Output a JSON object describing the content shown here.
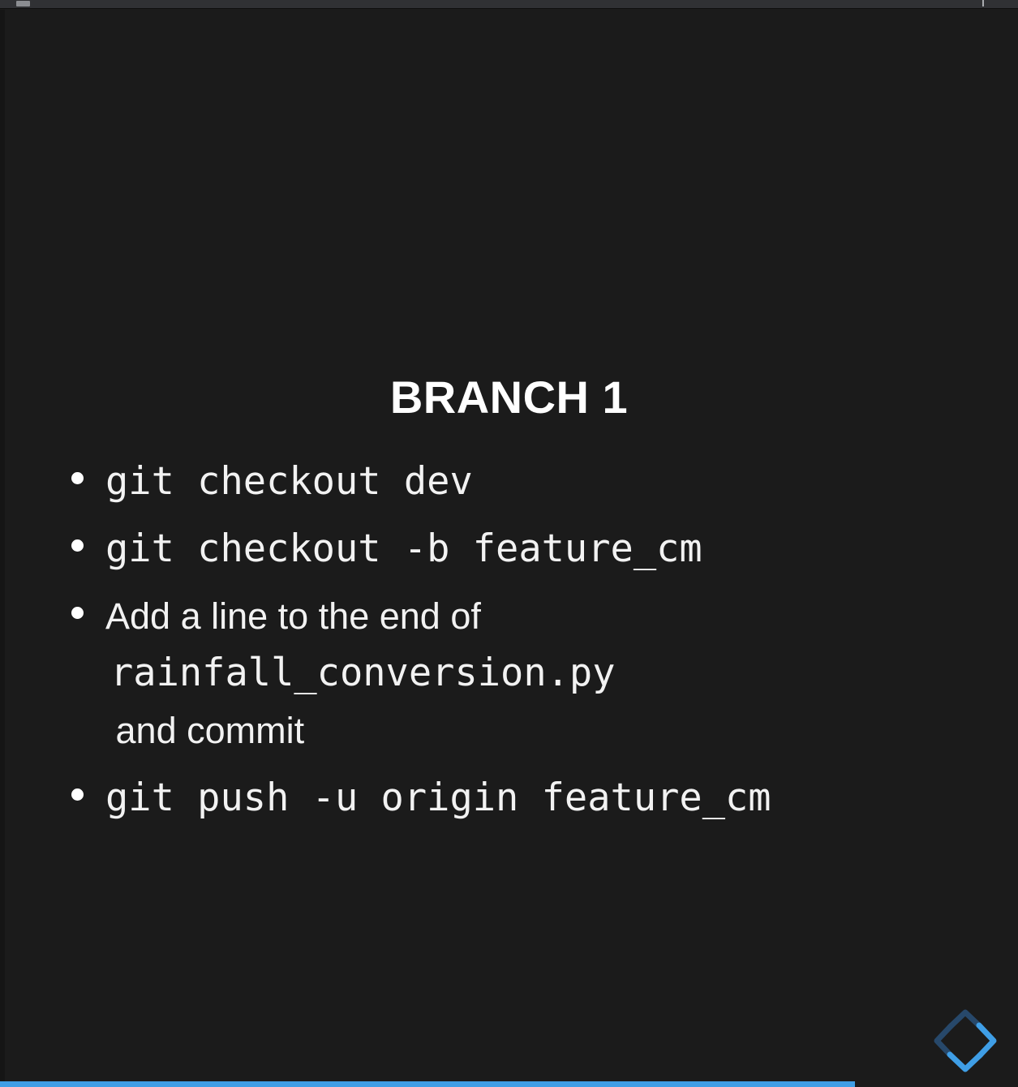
{
  "app": {
    "background_color": "#1b1b1b",
    "top_bar_color": "#303134",
    "accent_color": "#3f9ee6"
  },
  "top_bar": {
    "handle_name": "window-drag-handle",
    "tick_name": "toolbar-tick-marker"
  },
  "slide": {
    "title": "BRANCH 1",
    "title_color": "#ffffff",
    "text_color": "#f2f2f2",
    "bullets": [
      {
        "id": "bullet-checkout-dev",
        "segments": [
          {
            "style": "mono",
            "text": "git checkout dev"
          }
        ]
      },
      {
        "id": "bullet-checkout-new-branch",
        "segments": [
          {
            "style": "mono",
            "text": "git checkout -b feature_cm"
          }
        ]
      },
      {
        "id": "bullet-add-line-and-commit",
        "segments": [
          {
            "style": "prose",
            "text": "Add a line to the end of"
          },
          {
            "style": "break",
            "text": ""
          },
          {
            "style": "mono",
            "text": "rainfall_conversion.py"
          },
          {
            "style": "prose",
            "text": " and commit"
          }
        ]
      },
      {
        "id": "bullet-push-branch",
        "segments": [
          {
            "style": "mono",
            "text": "git push -u origin feature_cm"
          }
        ]
      }
    ]
  },
  "nav_pad": {
    "up_icon": "chevron-up-icon",
    "down_icon": "chevron-down-icon",
    "left_icon": "chevron-left-icon",
    "right_icon": "chevron-right-icon",
    "active_color": "#3f9ee6",
    "inactive_color": "#27486a"
  },
  "progress": {
    "percent": 84,
    "fill_color": "#3f9ee6",
    "track_color": "#1b1b1b"
  }
}
